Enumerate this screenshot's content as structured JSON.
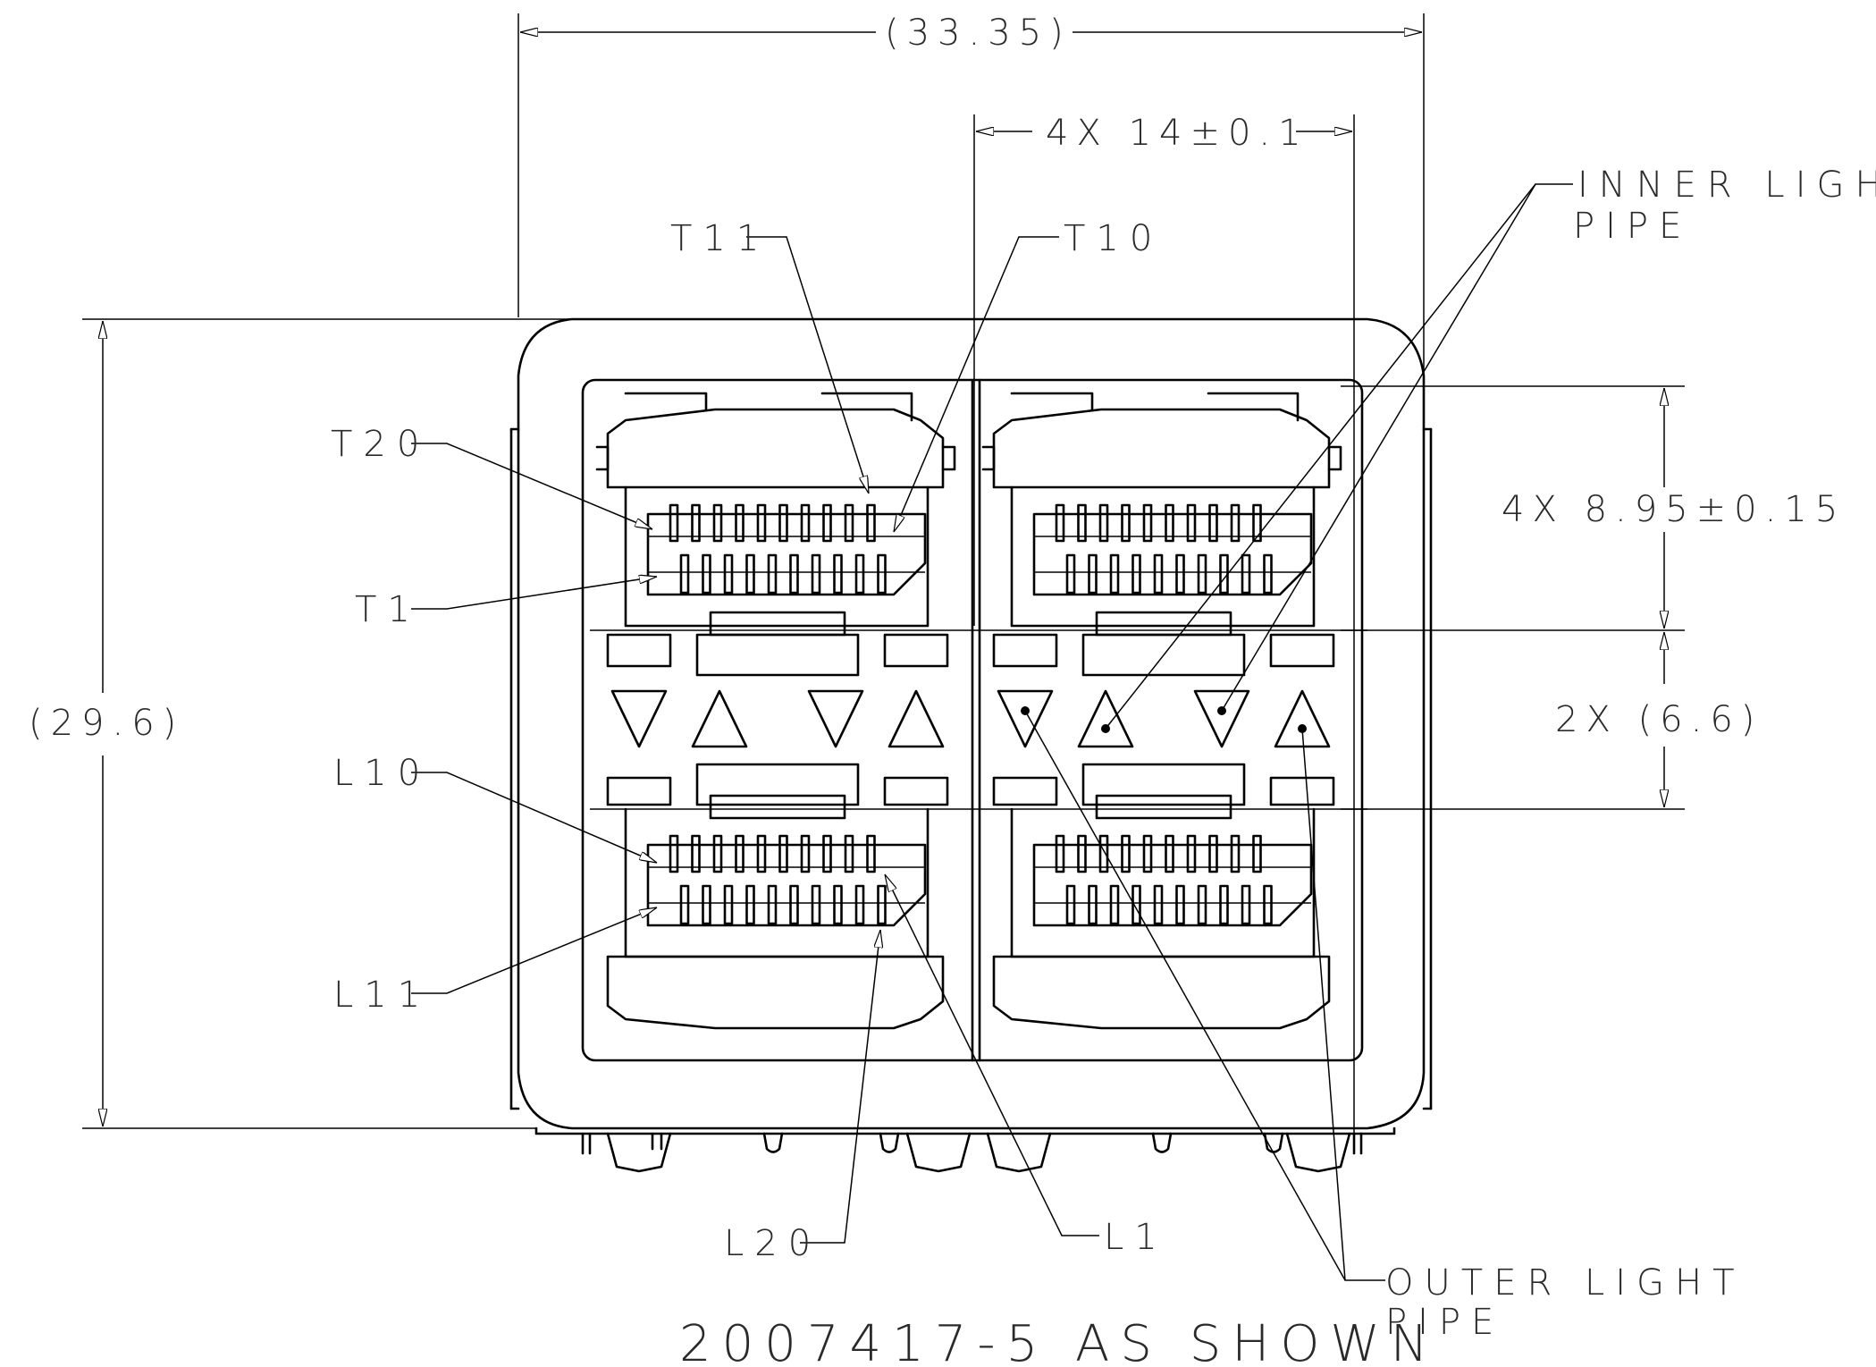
{
  "dimensions": {
    "overall_width": "(33.35)",
    "pitch_x": "4X 14±0.1",
    "overall_height": "(29.6)",
    "port_height": "4X 8.95±0.15",
    "light_pipe_row": "2X (6.6)"
  },
  "callouts": {
    "inner_light_pipe_line1": "INNER LIGHT",
    "inner_light_pipe_line2": "PIPE",
    "outer_light_pipe_line1": "OUTER LIGHT",
    "outer_light_pipe_line2": "PIPE",
    "t11": "T11",
    "t10": "T10",
    "t20": "T20",
    "t1": "T1",
    "l10": "L10",
    "l11": "L11",
    "l20": "L20",
    "l1": "L1"
  },
  "caption": "2007417-5 AS SHOWN"
}
